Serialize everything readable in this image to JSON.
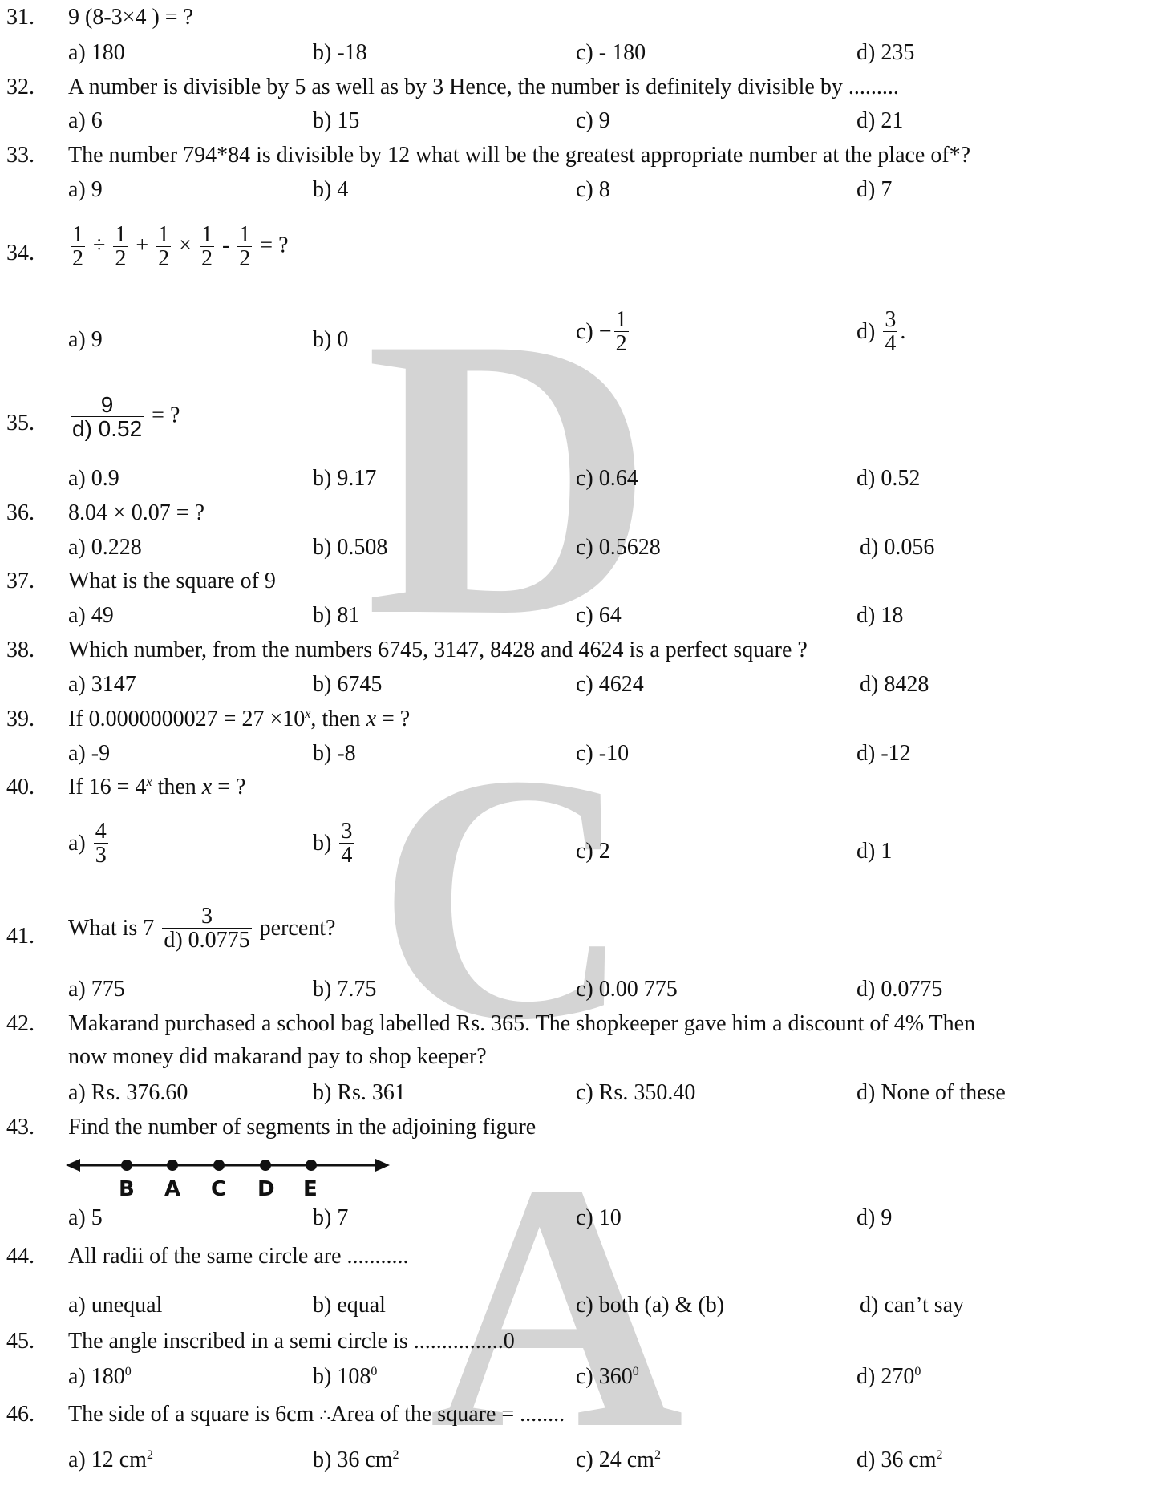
{
  "watermark": {
    "l1": "D",
    "l2": "C",
    "l3": "A"
  },
  "q31": {
    "num": "31.",
    "text": "9 (8-3×4 ) = ?",
    "a": "a) 180",
    "b": "b) -18",
    "c": "c)  - 180",
    "d": "d)  235"
  },
  "q32": {
    "num": "32.",
    "text": "A number is divisible by 5 as well as by 3 Hence, the number is definitely divisible by .........",
    "a": "a) 6",
    "b": "b)  15",
    "c": "c) 9",
    "d": "d) 21"
  },
  "q33": {
    "num": "33.",
    "text": " The number 794*84 is divisible by 12 what will be the greatest appropriate number at the place of*?",
    "a": "a) 9",
    "b": "b) 4",
    "c": "c)  8",
    "d": "d) 7"
  },
  "q34": {
    "num": "34.",
    "one": "1",
    "two": "2",
    "div": "÷",
    "plus": "+",
    "times": "×",
    "minus": "-",
    "eq": "= ?",
    "a": "a) 9",
    "b": "b) 0",
    "c": "c) ",
    "c_sign": "−",
    "c_n": "1",
    "c_d": "2",
    "d": "d) ",
    "d_n": "3",
    "d_d": "4",
    "d_end": "."
  },
  "q35": {
    "num": "35.",
    "n": "9",
    "d": "d) 0.52",
    "eq": "= ?",
    "a": "a)  0.9",
    "b": "b) 9.17",
    "c": "c)  0.64"
  },
  "q36": {
    "num": "36.",
    "text": "8.04 × 0.07 = ?",
    "a": "a) 0.228",
    "b": "b) 0.508",
    "c": "c)  0.5628",
    "d": "d)  0.056"
  },
  "q37": {
    "num": "37.",
    "text": "What is the square of 9",
    "a": "a) 49",
    "b": "b) 81",
    "c": "c) 64",
    "d": "d) 18"
  },
  "q38": {
    "num": "38.",
    "text": "Which number, from the numbers 6745,  3147, 8428 and 4624 is a perfect square ?",
    "a": "a) 3147",
    "b": "b) 6745",
    "c": "c)  4624",
    "d": "d)  8428"
  },
  "q39": {
    "num": "39.",
    "pre": "If 0.0000000027 = 27 ×10",
    "exp": "x",
    "mid": ", then ",
    "var": "x",
    "post": " = ?",
    "a": "a) -9",
    "b": "b) -8",
    "c": "c) -10",
    "d": "d)  -12"
  },
  "q40": {
    "num": "40.",
    "pre": "If 16 = 4",
    "exp": "x",
    "mid": " then ",
    "var": "x",
    "post": " = ?",
    "a": "a) ",
    "a_n": "4",
    "a_d": "3",
    "b": "b) ",
    "b_n": "3",
    "b_d": "4",
    "c": "c) 2",
    "d": "d) 1"
  },
  "q41": {
    "num": "41.",
    "pre": "What is 7",
    "n": "3",
    "d": "d) 0.0775",
    "post": "percent?",
    "a": "a) 775",
    "b": "b) 7.75",
    "c": "c) 0.00 775"
  },
  "q42": {
    "num": "42.",
    "line1": "Makarand purchased a school bag labelled Rs. 365. The shopkeeper gave him a discount of 4% Then",
    "line2": "now money did makarand pay to shop keeper?",
    "a": "a) Rs. 376.60",
    "b": "b) Rs. 361",
    "c": "c) Rs.  350.40",
    "d": "d) None of these"
  },
  "q43": {
    "num": "43.",
    "text": "Find the number of segments in the adjoining figure",
    "labels": [
      "B",
      "A",
      "C",
      "D",
      "E"
    ],
    "a": "a) 5",
    "b": "b) 7",
    "c": "c) 10",
    "d": "d) 9"
  },
  "q44": {
    "num": "44.",
    "text": "All radii of the same circle are ...........",
    "a": "a) unequal",
    "b": "b) equal",
    "c": "c) both (a) & (b)",
    "d": "d) can’t say"
  },
  "q45": {
    "num": "45.",
    "text": "The angle inscribed in a semi circle is ................0",
    "a": "a) 180",
    "b": "b) 108",
    "c": "c) 360",
    "d": "d) 270",
    "deg": "0"
  },
  "q46": {
    "num": "46.",
    "pre": "The side of a square is 6cm ",
    "therefore": "∴",
    "post": "Area of the square = ........",
    "a": "a)  12 cm",
    "b": "b)  36 cm",
    "c": "c)  24 cm",
    "d": "d)  36 cm",
    "sq": "2"
  }
}
